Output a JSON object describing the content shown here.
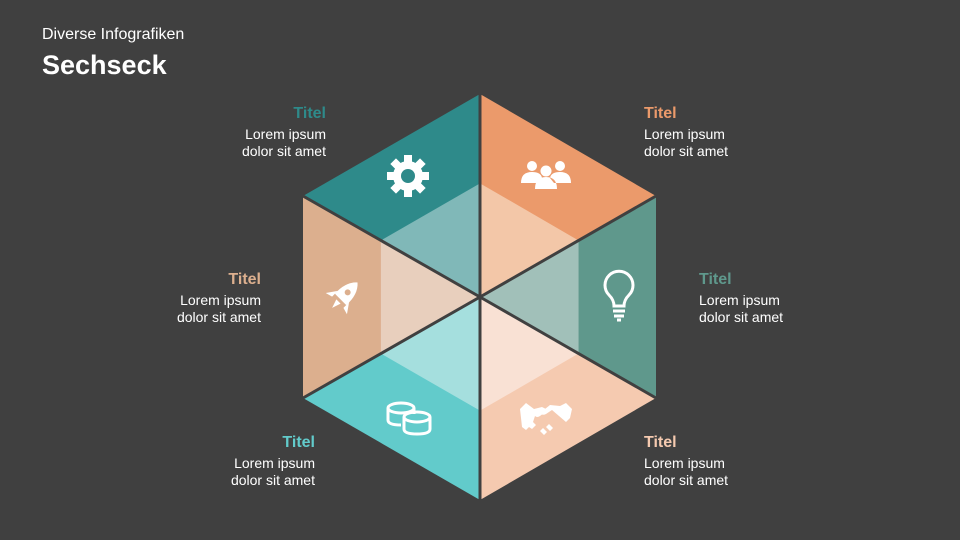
{
  "header": {
    "subtitle": "Diverse Infografiken",
    "title": "Sechseck"
  },
  "segments": [
    {
      "title": "Titel",
      "line1": "Lorem ipsum",
      "line2": "dolor sit amet",
      "icon": "gear-icon",
      "color": "#2e8a8a",
      "light": "#80b8b8"
    },
    {
      "title": "Titel",
      "line1": "Lorem ipsum",
      "line2": "dolor sit amet",
      "icon": "team-icon",
      "color": "#eb9a6b",
      "light": "#f3c7a8"
    },
    {
      "title": "Titel",
      "line1": "Lorem ipsum",
      "line2": "dolor sit amet",
      "icon": "lightbulb-icon",
      "color": "#5f988c",
      "light": "#a1c0b9"
    },
    {
      "title": "Titel",
      "line1": "Lorem ipsum",
      "line2": "dolor sit amet",
      "icon": "handshake-icon",
      "color": "#f5cab0",
      "light": "#f9e1d4"
    },
    {
      "title": "Titel",
      "line1": "Lorem ipsum",
      "line2": "dolor sit amet",
      "icon": "coins-icon",
      "color": "#62cbcb",
      "light": "#a5dfde"
    },
    {
      "title": "Titel",
      "line1": "Lorem ipsum",
      "line2": "dolor sit amet",
      "icon": "rocket-icon",
      "color": "#dcaf8e",
      "light": "#e8cfbd"
    }
  ]
}
